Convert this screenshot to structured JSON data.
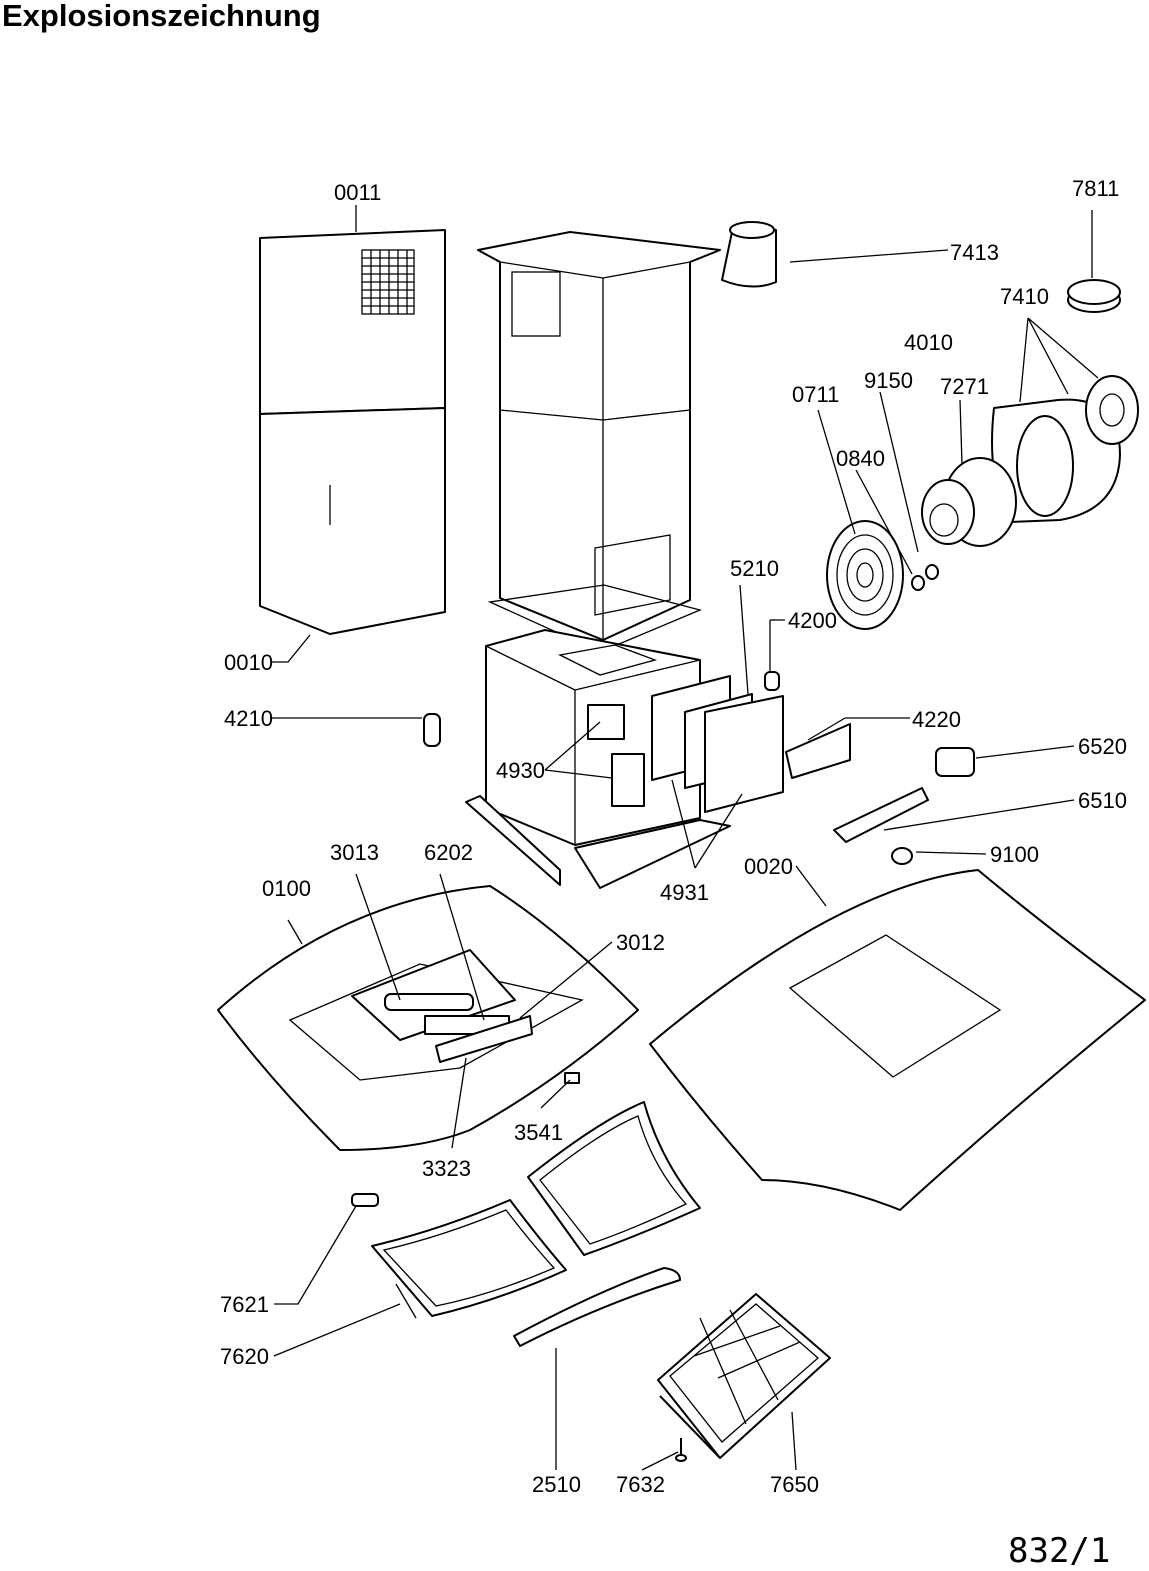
{
  "title": "Explosionszeichnung",
  "drawing_number": "832/1",
  "parts": {
    "p0011": "0011",
    "p7811": "7811",
    "p7413": "7413",
    "p7410": "7410",
    "p4010": "4010",
    "p0711": "0711",
    "p9150": "9150",
    "p7271": "7271",
    "p0840": "0840",
    "p5210": "5210",
    "p4200": "4200",
    "p0010": "0010",
    "p4210": "4210",
    "p4220": "4220",
    "p6520": "6520",
    "p4930": "4930",
    "p6510": "6510",
    "p3013": "3013",
    "p6202": "6202",
    "p9100": "9100",
    "p0100": "0100",
    "p4931": "4931",
    "p0020": "0020",
    "p3012": "3012",
    "p3541": "3541",
    "p3323": "3323",
    "p7621": "7621",
    "p7620": "7620",
    "p2510": "2510",
    "p7632": "7632",
    "p7650": "7650"
  }
}
